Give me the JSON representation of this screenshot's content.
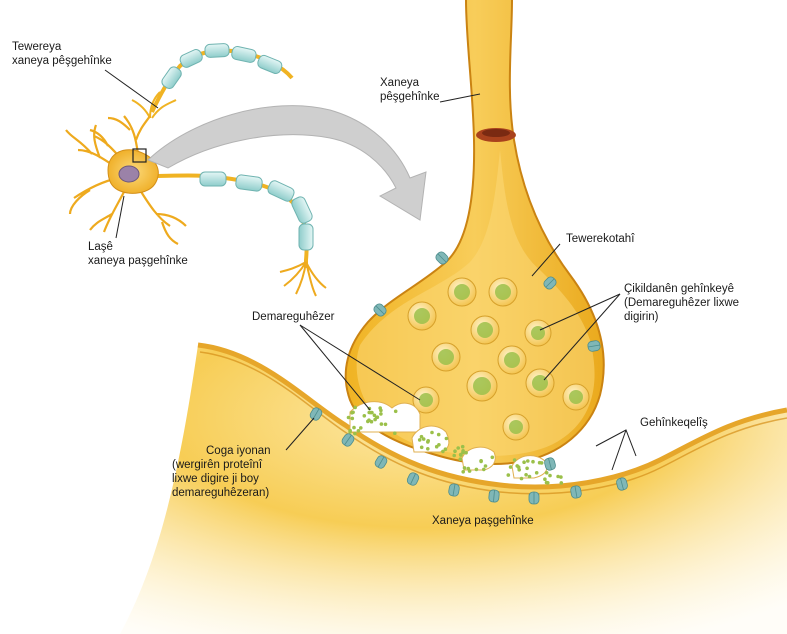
{
  "labels": {
    "tewereya_1": "Tewereya",
    "tewereya_2": "xaneya  pêşgehînke",
    "lase_1": "Laşê",
    "lase_2": "xaneya  paşgehînke",
    "xaneya_pesgehinke_1": "Xaneya",
    "xaneya_pesgehinke_2": "pêşgehînke",
    "tewerekotahi": "Tewerekotahî",
    "cikildanen_1": "Çikildanên gehînkeyê",
    "cikildanen_2": "(Demareguhêzer lixwe",
    "cikildanen_3": "digirin)",
    "demareguhezer": "Demareguhêzer",
    "gehinkeqelis": "Gehînkeqelîş",
    "coga_1": "Coga iyonan",
    "coga_2": "(wergirên proteînî",
    "coga_3": "lixwe digire ji boy",
    "coga_4": "demareguhêzeran)",
    "xaneya_pasgehinke": "Xaneya paşgehînke"
  },
  "colors": {
    "neuron": "#f2b61f",
    "neuron_light": "#fce7a0",
    "neuron_dark": "#d9951a",
    "myelin": "#a8dcd9",
    "vesicle": "#9bc04a",
    "channel": "#7fb7b7",
    "arrow": "#c9c9c9"
  },
  "icons": {
    "synapse_arrow": "curved-arrow-icon",
    "vesicle": "vesicle-icon",
    "ion_channel": "ion-channel-icon"
  }
}
